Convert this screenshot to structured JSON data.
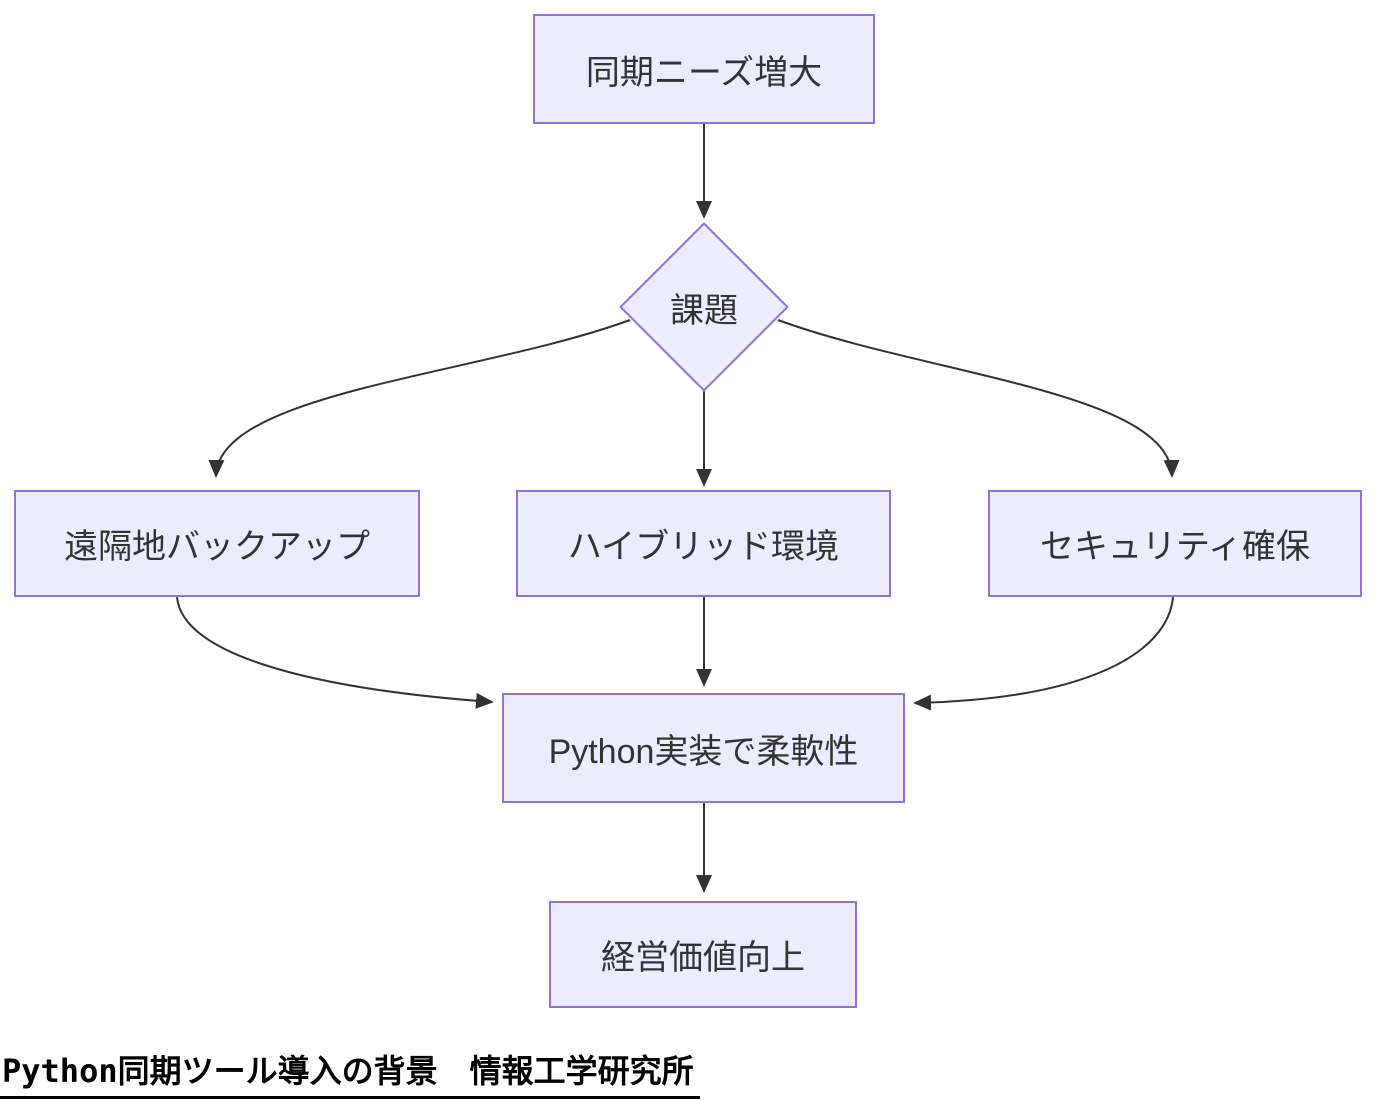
{
  "diagram": {
    "type": "flowchart",
    "direction": "top-down",
    "nodes": {
      "needs": {
        "label": "同期ニーズ増大",
        "shape": "rectangle"
      },
      "issues": {
        "label": "課題",
        "shape": "diamond"
      },
      "backup": {
        "label": "遠隔地バックアップ",
        "shape": "rectangle"
      },
      "hybrid": {
        "label": "ハイブリッド環境",
        "shape": "rectangle"
      },
      "security": {
        "label": "セキュリティ確保",
        "shape": "rectangle"
      },
      "python": {
        "label": "Python実装で柔軟性",
        "shape": "rectangle"
      },
      "value": {
        "label": "経営価値向上",
        "shape": "rectangle"
      }
    },
    "edges": [
      {
        "from": "同期ニーズ増大",
        "to": "課題"
      },
      {
        "from": "課題",
        "to": "遠隔地バックアップ"
      },
      {
        "from": "課題",
        "to": "ハイブリッド環境"
      },
      {
        "from": "課題",
        "to": "セキュリティ確保"
      },
      {
        "from": "遠隔地バックアップ",
        "to": "Python実装で柔軟性"
      },
      {
        "from": "ハイブリッド環境",
        "to": "Python実装で柔軟性"
      },
      {
        "from": "セキュリティ確保",
        "to": "Python実装で柔軟性"
      },
      {
        "from": "Python実装で柔軟性",
        "to": "経営価値向上"
      }
    ],
    "caption": "Python同期ツール導入の背景　情報工学研究所",
    "colors": {
      "node_fill": "#ECECFF",
      "node_border": "#9370DB",
      "edge_stroke": "#333333",
      "node_text": "#333333",
      "caption_text": "#000000",
      "background": "#ffffff"
    }
  }
}
